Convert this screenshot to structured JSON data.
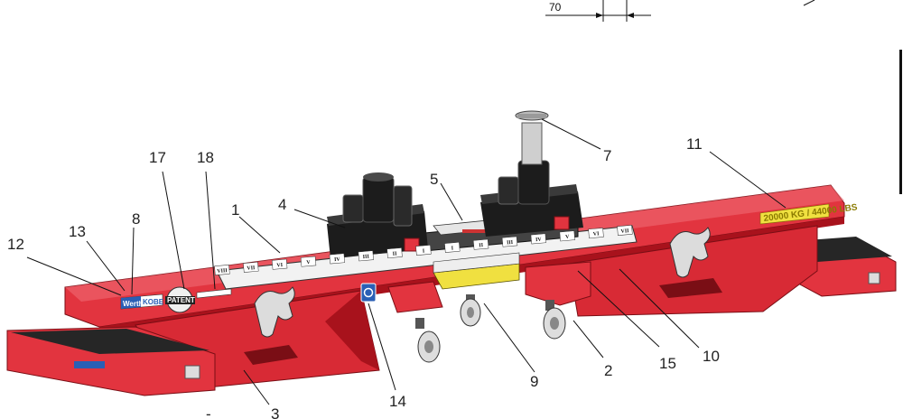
{
  "dimension": {
    "value": "70"
  },
  "labels": {
    "capacity": "20000 KG / 44000 LBS",
    "brand": "Werther",
    "brand_suffix": "KOBE",
    "seal": "PATENT"
  },
  "scale_numerals": [
    "VIII",
    "VII",
    "VI",
    "V",
    "IV",
    "III",
    "II",
    "I",
    "I",
    "II",
    "III",
    "IV",
    "V",
    "VI",
    "VII"
  ],
  "callouts": [
    "1",
    "2",
    "3",
    "4",
    "5",
    "7",
    "8",
    "9",
    "10",
    "11",
    "12",
    "13",
    "14",
    "15",
    "17",
    "18"
  ],
  "colors": {
    "frame_red": "#e2343f",
    "frame_dark": "#a8121c",
    "jack_black": "#1c1c1c",
    "label_yellow": "#f0e040",
    "badge_blue": "#2a5fb5"
  }
}
